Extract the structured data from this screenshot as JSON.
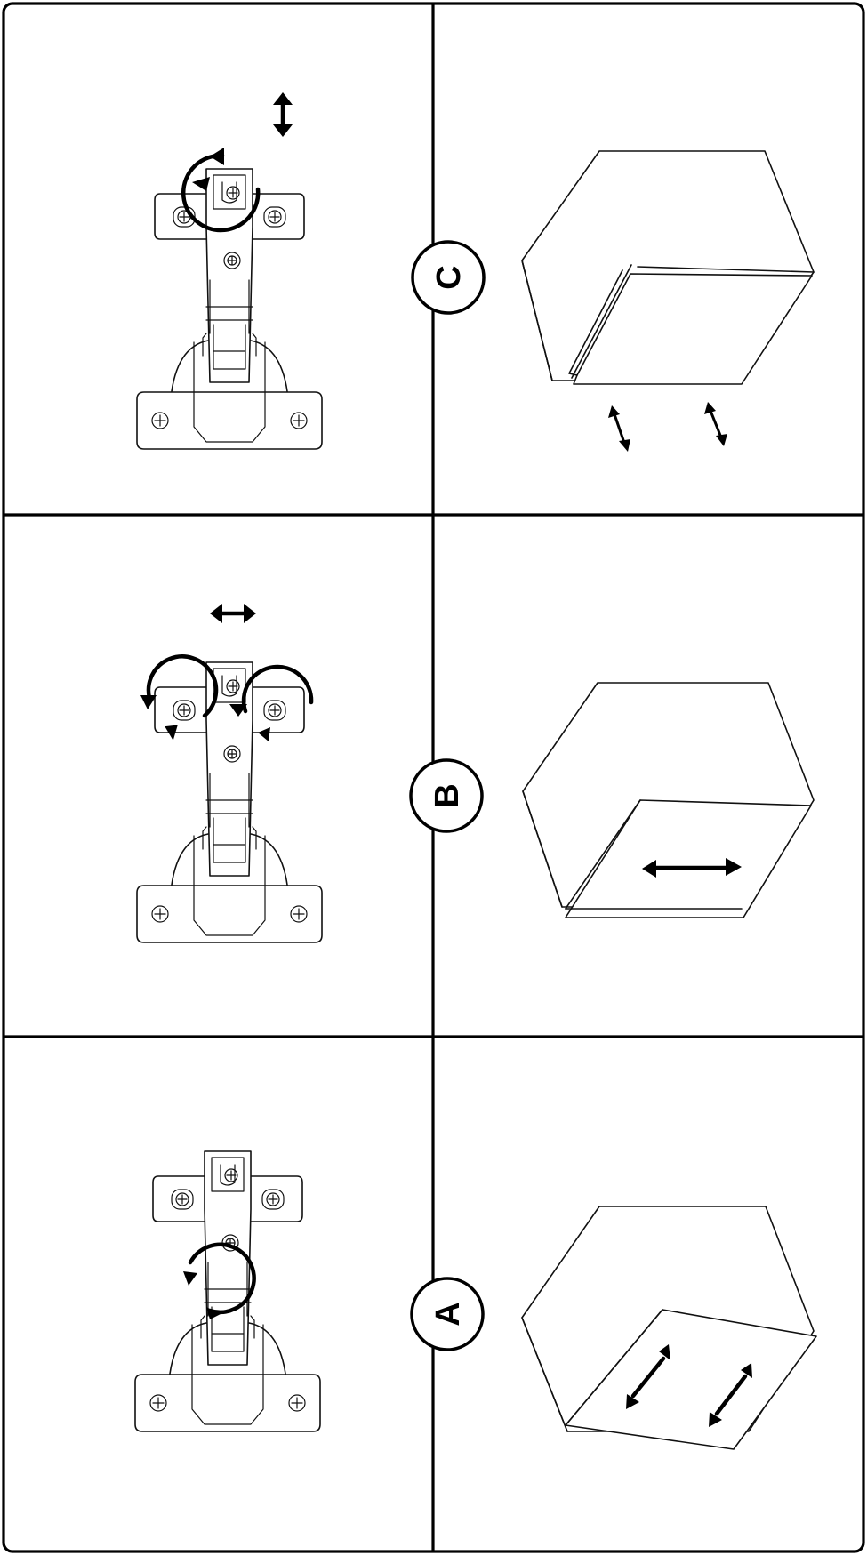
{
  "steps": [
    {
      "label": "C"
    },
    {
      "label": "B"
    },
    {
      "label": "A"
    }
  ],
  "colors": {
    "line": "#000000",
    "background": "#ffffff"
  },
  "icons": [
    "hinge-icon",
    "cabinet-icon",
    "rotate-arrow-icon",
    "double-arrow-icon",
    "screw-icon"
  ]
}
